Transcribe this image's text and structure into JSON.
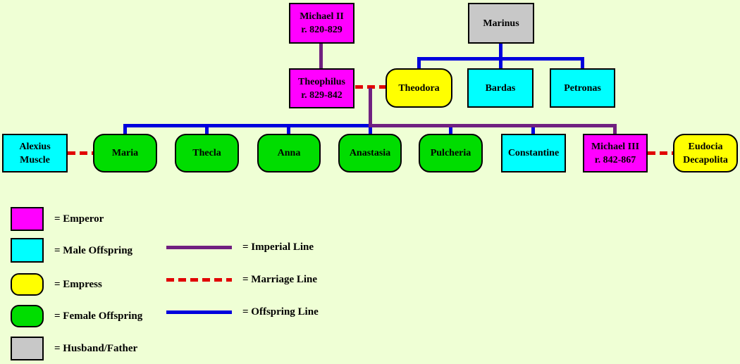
{
  "palette": {
    "background": "#EFFFD5",
    "emperor": "#FF00FF",
    "male_offspring": "#00FFFF",
    "empress": "#FFFF00",
    "female_offspring": "#00DD00",
    "husband_father": "#C8C8C8",
    "imperial": "#702080",
    "marriage": "#E10000",
    "offspring": "#0000DD",
    "box_border": "#000000"
  },
  "nodes": {
    "michael2": {
      "label": "Michael II",
      "sub": "r. 820-829"
    },
    "marinus": {
      "label": "Marinus"
    },
    "theophilus": {
      "label": "Theophilus",
      "sub": "r. 829-842"
    },
    "theodora": {
      "label": "Theodora"
    },
    "bardas": {
      "label": "Bardas"
    },
    "petronas": {
      "label": "Petronas"
    },
    "alexius": {
      "label": "Alexius",
      "sub": "Muscle"
    },
    "maria": {
      "label": "Maria"
    },
    "thecla": {
      "label": "Thecla"
    },
    "anna": {
      "label": "Anna"
    },
    "anastasia": {
      "label": "Anastasia"
    },
    "pulcheria": {
      "label": "Pulcheria"
    },
    "constantine": {
      "label": "Constantine"
    },
    "michael3": {
      "label": "Michael III",
      "sub": "r. 842-867"
    },
    "eudocia": {
      "label": "Eudocia",
      "sub": "Decapolita"
    }
  },
  "legend": {
    "emperor": "= Emperor",
    "male_offspring": "= Male Offspring",
    "empress": "= Empress",
    "female_offspring": "= Female Offspring",
    "husband_father": "= Husband/Father",
    "imperial": "= Imperial Line",
    "marriage": "= Marriage Line",
    "offspring": "= Offspring Line"
  }
}
